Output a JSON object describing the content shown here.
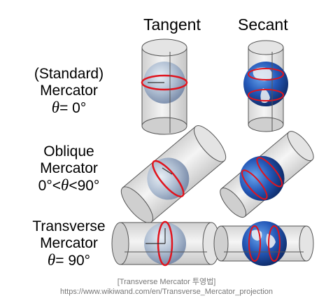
{
  "headers": {
    "tangent": "Tangent",
    "secant": "Secant"
  },
  "rows": [
    {
      "line1": "(Standard)",
      "line2": "Mercator",
      "line3_sym": "θ",
      "line3": "= 0°"
    },
    {
      "line1": "Oblique",
      "line2": "Mercator",
      "line3_pre": "0°<",
      "line3_sym": "θ",
      "line3": "<90°"
    },
    {
      "line1": "Transverse",
      "line2": "Mercator",
      "line3_sym": "θ",
      "line3": "= 90°"
    }
  ],
  "caption": {
    "line1": "[Transverse Mercator 투영법]",
    "line2": "https://www.wikiwand.com/en/Transverse_Mercator_projection"
  },
  "colors": {
    "cylinder": "#d4d4d4",
    "globe": "#8fa3c0",
    "secant_globe": "#1f4fa8",
    "line": "#e0141e"
  }
}
